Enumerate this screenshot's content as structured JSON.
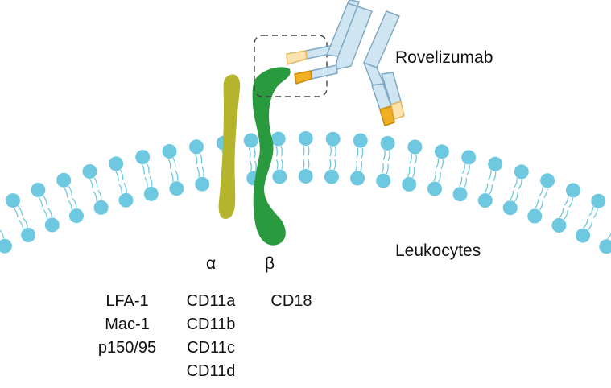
{
  "labels": {
    "antibody": "Rovelizumab",
    "cells": "Leukocytes",
    "alpha": "α",
    "beta": "β"
  },
  "integrins": [
    "LFA-1",
    "Mac-1",
    "p150/95"
  ],
  "alpha_subunits": [
    "CD11a",
    "CD11b",
    "CD11c",
    "CD11d"
  ],
  "beta_subunits": [
    "CD18"
  ],
  "colors": {
    "lipid_head": "#6ec9e0",
    "lipid_tail": "#6ec9e0",
    "alpha_chain": "#b4b52c",
    "beta_chain": "#2a9a3e",
    "antibody_heavy": "#cfe6f2",
    "antibody_outline": "#7fa9c4",
    "antibody_light_tip": "#fde3b0",
    "antibody_heavy_tip": "#f1b021",
    "highlight_box": "#444444"
  }
}
